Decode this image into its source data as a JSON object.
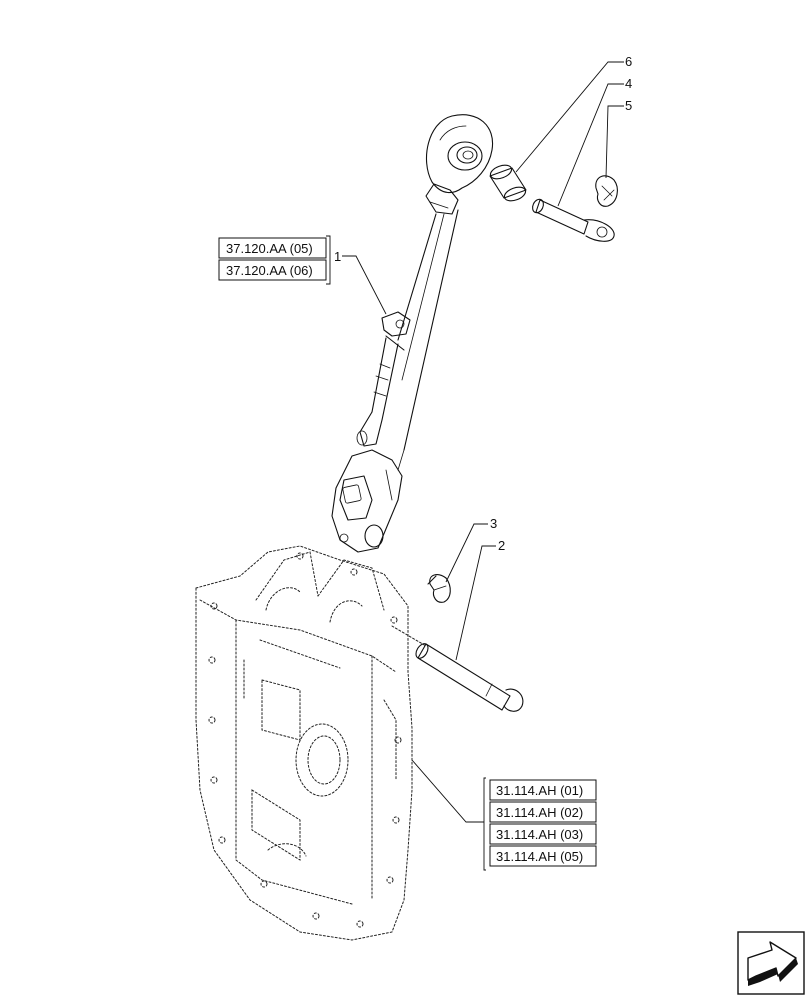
{
  "callouts": {
    "c1": "1",
    "c2": "2",
    "c3": "3",
    "c4": "4",
    "c5": "5",
    "c6": "6"
  },
  "references_upper": [
    "37.120.AA (05)",
    "37.120.AA (06)"
  ],
  "references_lower": [
    "31.114.AH (01)",
    "31.114.AH (02)",
    "31.114.AH (03)",
    "31.114.AH (05)"
  ],
  "icons": {
    "nav": "next-page-arrow-icon"
  },
  "colors": {
    "line": "#111111",
    "background": "#ffffff"
  }
}
